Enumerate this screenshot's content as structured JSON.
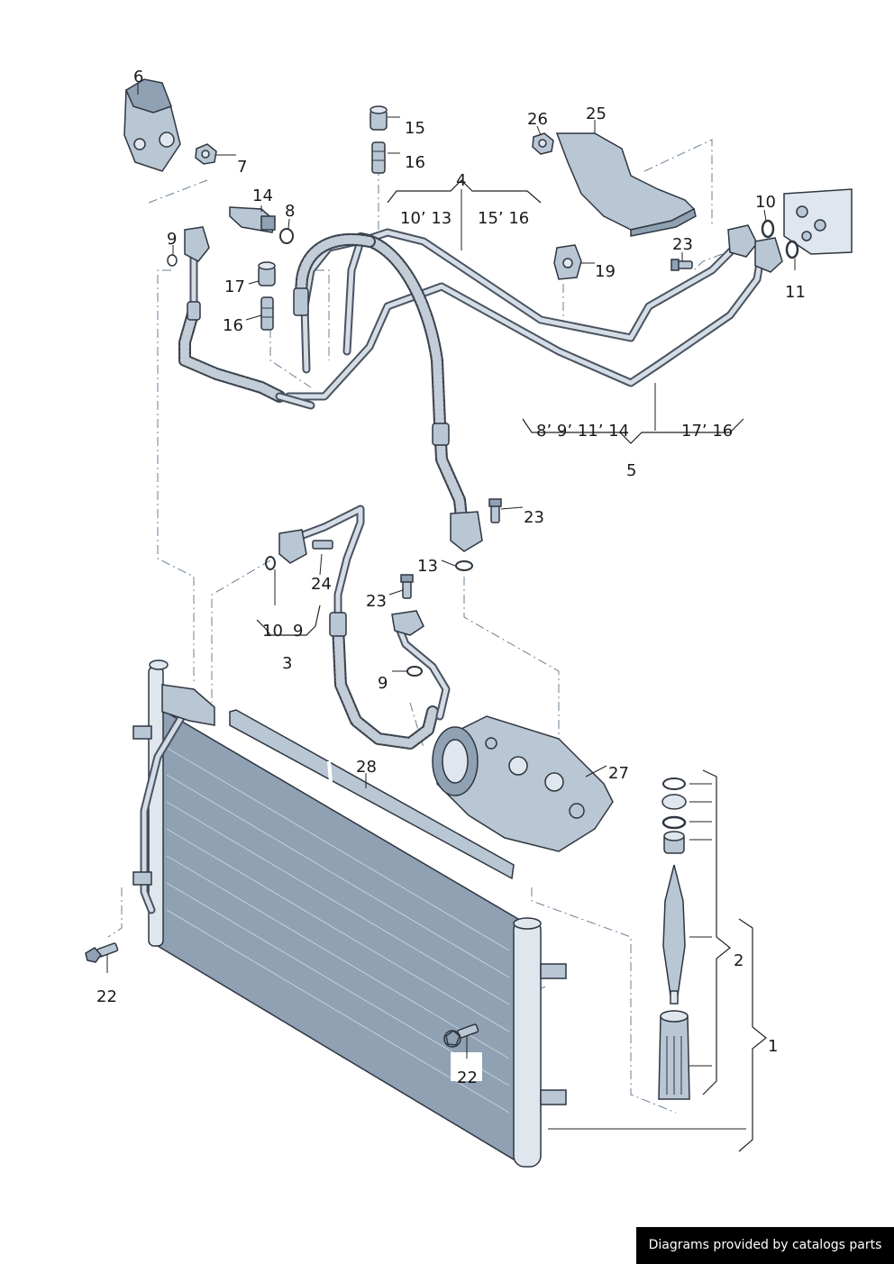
{
  "callouts": [
    {
      "id": "c6",
      "text": "6"
    },
    {
      "id": "c7",
      "text": "7"
    },
    {
      "id": "c15",
      "text": "15"
    },
    {
      "id": "c16a",
      "text": "16"
    },
    {
      "id": "c26",
      "text": "26"
    },
    {
      "id": "c25",
      "text": "25"
    },
    {
      "id": "c4",
      "text": "4"
    },
    {
      "id": "c14",
      "text": "14"
    },
    {
      "id": "c8",
      "text": "8"
    },
    {
      "id": "c10a",
      "text": "10"
    },
    {
      "id": "c1013",
      "text": "10’ 13"
    },
    {
      "id": "c1516",
      "text": "15’ 16"
    },
    {
      "id": "c9a",
      "text": "9"
    },
    {
      "id": "c23a",
      "text": "23"
    },
    {
      "id": "c19",
      "text": "19"
    },
    {
      "id": "c17",
      "text": "17"
    },
    {
      "id": "c11",
      "text": "11"
    },
    {
      "id": "c16b",
      "text": "16"
    },
    {
      "id": "c891114",
      "text": "8’ 9’ 11’ 14"
    },
    {
      "id": "c1716",
      "text": "17’ 16"
    },
    {
      "id": "c5",
      "text": "5"
    },
    {
      "id": "c23b",
      "text": "23"
    },
    {
      "id": "c13",
      "text": "13"
    },
    {
      "id": "c24",
      "text": "24"
    },
    {
      "id": "c23c",
      "text": "23"
    },
    {
      "id": "c10b",
      "text": "10"
    },
    {
      "id": "c9b",
      "text": "9"
    },
    {
      "id": "c3",
      "text": "3"
    },
    {
      "id": "c9c",
      "text": "9"
    },
    {
      "id": "c28",
      "text": "28"
    },
    {
      "id": "c27",
      "text": "27"
    },
    {
      "id": "c2",
      "text": "2"
    },
    {
      "id": "c22a",
      "text": "22"
    },
    {
      "id": "c1",
      "text": "1"
    },
    {
      "id": "c22b",
      "text": "22"
    }
  ],
  "credit": "Diagrams provided by catalogs parts"
}
